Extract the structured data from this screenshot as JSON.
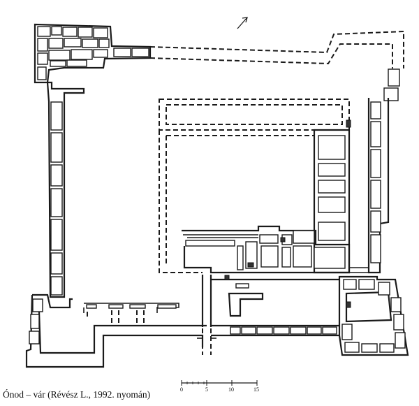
{
  "caption": "Ónod – vár (Révész L., 1992. nyomán)",
  "scale": {
    "ticks": [
      "0",
      "5",
      "10",
      "15"
    ]
  },
  "north_arrow": "north-arrow",
  "colors": {
    "ink": "#1a1a1a",
    "paper": "#ffffff"
  }
}
